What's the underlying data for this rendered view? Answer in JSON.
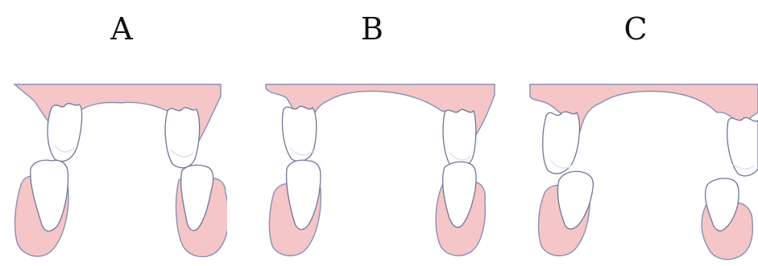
{
  "labels": {
    "a": "A",
    "b": "B",
    "c": "C"
  },
  "colors": {
    "gum": "#f4c6c8",
    "gum_outline": "#8a8fb5",
    "tooth": "#ffffff",
    "tooth_outline": "#6f7796",
    "tooth_shadow": "#e6e8ee",
    "background": "#ffffff"
  }
}
